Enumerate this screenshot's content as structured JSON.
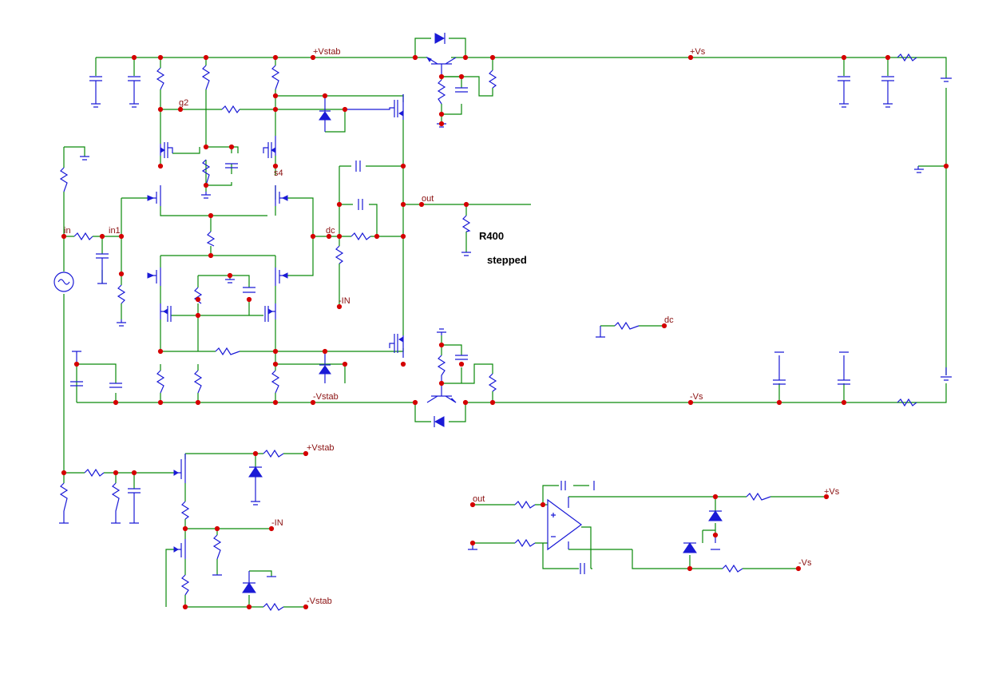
{
  "colors": {
    "wire": "#0a8a0a",
    "component": "#1a1ad6",
    "node": "#d40000",
    "label": "#8a1010"
  },
  "labels": {
    "vstab_pos_top": "+Vstab",
    "vs_pos_top": "+Vs",
    "g2": "g2",
    "s4": "s4",
    "out_main": "out",
    "in": "in",
    "in1": "in1",
    "dc_main": "dc",
    "neg_in_main": "-IN",
    "vstab_neg_bottom": "-Vstab",
    "vs_neg_bottom": "-Vs",
    "dc_small": "dc",
    "vstab_pos_reg": "+Vstab",
    "neg_in_reg": "-IN",
    "vstab_neg_reg": "-Vstab",
    "out_servo": "out",
    "vs_pos_servo": "+Vs",
    "vs_neg_servo": "-Vs"
  },
  "notes": {
    "r400": "R400",
    "stepped": "stepped"
  }
}
